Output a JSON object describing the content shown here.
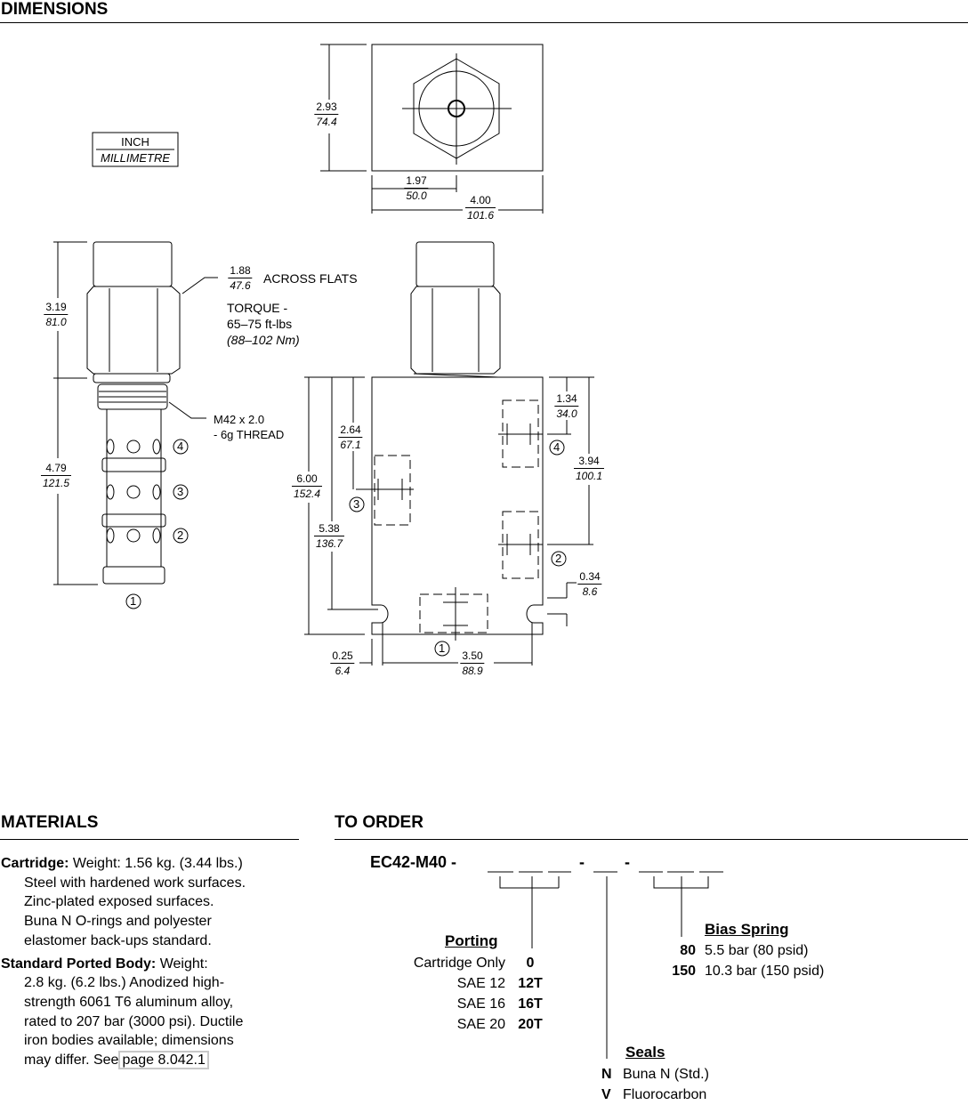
{
  "sections": {
    "dimensions": "DIMENSIONS",
    "materials": "MATERIALS",
    "to_order": "TO ORDER"
  },
  "units_legend": {
    "top": "INCH",
    "bottom": "MILLIMETRE"
  },
  "dimensions": {
    "top_height": {
      "in": "2.93",
      "mm": "74.4"
    },
    "top_center": {
      "in": "1.97",
      "mm": "50.0"
    },
    "top_width": {
      "in": "4.00",
      "mm": "101.6"
    },
    "across_flats": {
      "in": "1.88",
      "mm": "47.6",
      "label": "ACROSS  FLATS"
    },
    "torque": {
      "line1": "TORQUE -",
      "line2": "65–75 ft-lbs",
      "line3": "(88–102 Nm)"
    },
    "cart_upper": {
      "in": "3.19",
      "mm": "81.0"
    },
    "cart_lower": {
      "in": "4.79",
      "mm": "121.5"
    },
    "thread": {
      "line1": "M42 x 2.0",
      "line2": "- 6g THREAD"
    },
    "body_height": {
      "in": "6.00",
      "mm": "152.4"
    },
    "mount_hole": {
      "in": "5.38",
      "mm": "136.7"
    },
    "port3": {
      "in": "2.64",
      "mm": "67.1"
    },
    "port4": {
      "in": "1.34",
      "mm": "34.0"
    },
    "port2": {
      "in": "3.94",
      "mm": "100.1"
    },
    "hole_offset": {
      "in": "0.34",
      "mm": "8.6"
    },
    "edge_offset": {
      "in": "0.25",
      "mm": "6.4"
    },
    "hole_spacing": {
      "in": "3.50",
      "mm": "88.9"
    }
  },
  "ports": [
    "1",
    "2",
    "3",
    "4"
  ],
  "materials": {
    "cartridge_label": "Cartridge:",
    "cartridge_lines": [
      "Weight: 1.56 kg. (3.44 lbs.)",
      "Steel with hardened work surfaces.",
      "Zinc-plated exposed surfaces.",
      "Buna N O-rings and polyester",
      "elastomer back-ups standard."
    ],
    "body_label": "Standard Ported Body:",
    "body_lines": [
      "Weight:",
      "2.8 kg. (6.2 lbs.) Anodized high-",
      "strength 6061 T6 aluminum alloy,",
      "rated to 207 bar (3000 psi). Ductile",
      "iron bodies available; dimensions",
      "may differ. See"
    ],
    "link": "page 8.042.1"
  },
  "order": {
    "model": "EC42-M40 -",
    "dash1": "-",
    "dash2": "-",
    "porting": {
      "title": "Porting",
      "rows": [
        {
          "label": "Cartridge Only",
          "code": "0"
        },
        {
          "label": "SAE 12",
          "code": "12T"
        },
        {
          "label": "SAE 16",
          "code": "16T"
        },
        {
          "label": "SAE 20",
          "code": "20T"
        }
      ]
    },
    "bias": {
      "title": "Bias Spring",
      "rows": [
        {
          "code": "80",
          "label": "5.5 bar (80 psid)"
        },
        {
          "code": "150",
          "label": "10.3 bar (150 psid)"
        }
      ]
    },
    "seals": {
      "title": "Seals",
      "rows": [
        {
          "code": "N",
          "label": "Buna N (Std.)"
        },
        {
          "code": "V",
          "label": "Fluorocarbon"
        }
      ]
    }
  }
}
